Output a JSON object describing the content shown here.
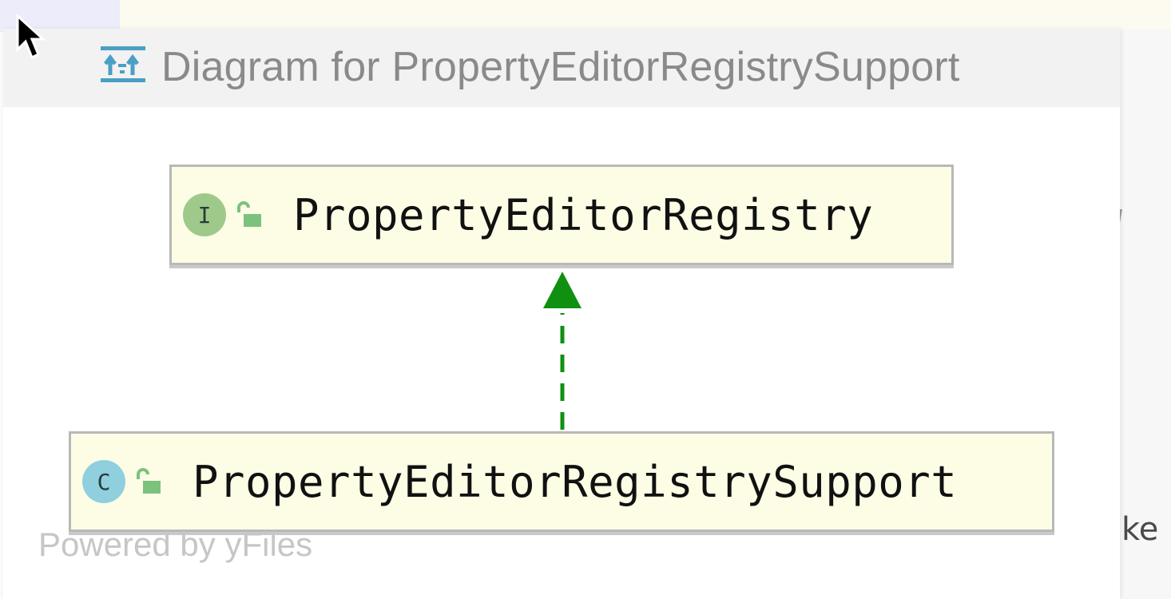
{
  "popup": {
    "title": "Diagram for PropertyEditorRegistrySupport",
    "header_icon": "class-diagram-icon"
  },
  "diagram": {
    "nodes": [
      {
        "kind": "interface",
        "kind_letter": "I",
        "visibility": "public",
        "name": "PropertyEditorRegistry"
      },
      {
        "kind": "class",
        "kind_letter": "C",
        "visibility": "public",
        "name": "PropertyEditorRegistrySupport"
      }
    ],
    "edges": [
      {
        "from": "PropertyEditorRegistrySupport",
        "to": "PropertyEditorRegistry",
        "type": "implements",
        "style": "dashed",
        "color": "#109010"
      }
    ]
  },
  "footer": {
    "powered_by": "Powered by yFiles"
  },
  "background": {
    "partial_text": "ke"
  },
  "colors": {
    "node_fill": "#fdfde6",
    "interface_badge": "#9fc98a",
    "class_badge": "#8fcfde",
    "edge": "#109010"
  }
}
